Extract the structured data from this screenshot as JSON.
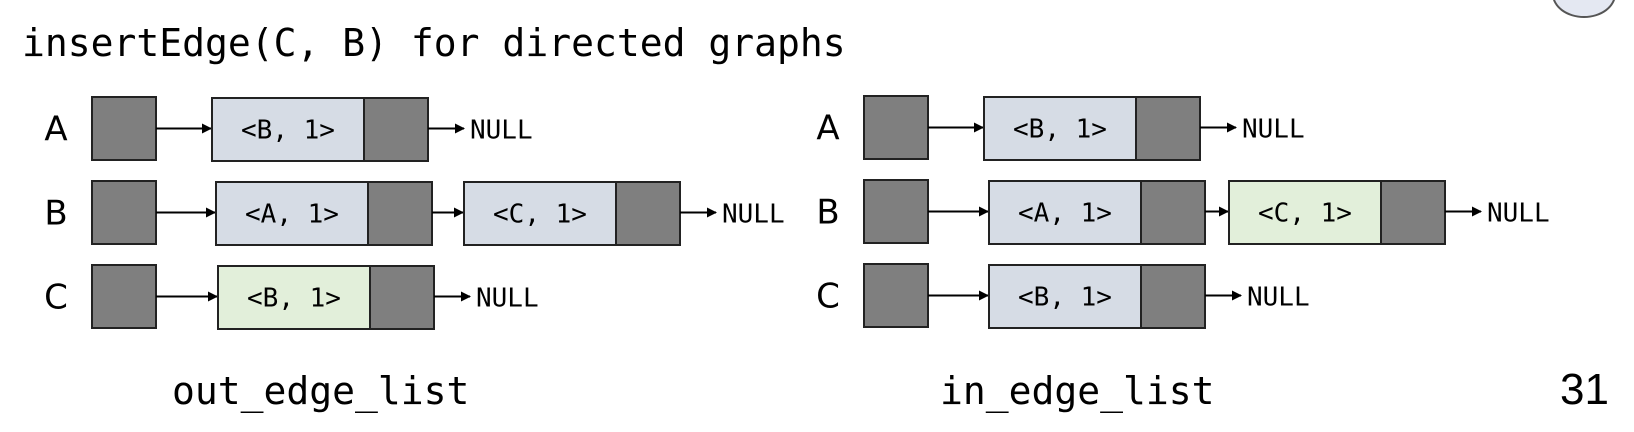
{
  "title": "insertEdge(C, B) for directed graphs",
  "page_number": "31",
  "colors": {
    "head_fill": "#7f7f7f",
    "node_fill": "#d6dce5",
    "new_node_fill": "#e2efda",
    "stroke": "#222222"
  },
  "null_label": "NULL",
  "lists": [
    {
      "caption": "out_edge_list",
      "rows": [
        {
          "vertex": "A",
          "nodes": [
            {
              "label": "<B, 1>",
              "new": false
            }
          ]
        },
        {
          "vertex": "B",
          "nodes": [
            {
              "label": "<A, 1>",
              "new": false
            },
            {
              "label": "<C, 1>",
              "new": false
            }
          ]
        },
        {
          "vertex": "C",
          "nodes": [
            {
              "label": "<B, 1>",
              "new": true
            }
          ]
        }
      ]
    },
    {
      "caption": "in_edge_list",
      "rows": [
        {
          "vertex": "A",
          "nodes": [
            {
              "label": "<B, 1>",
              "new": false
            }
          ]
        },
        {
          "vertex": "B",
          "nodes": [
            {
              "label": "<A, 1>",
              "new": false
            },
            {
              "label": "<C, 1>",
              "new": true
            }
          ]
        },
        {
          "vertex": "C",
          "nodes": [
            {
              "label": "<B, 1>",
              "new": false
            }
          ]
        }
      ]
    }
  ]
}
